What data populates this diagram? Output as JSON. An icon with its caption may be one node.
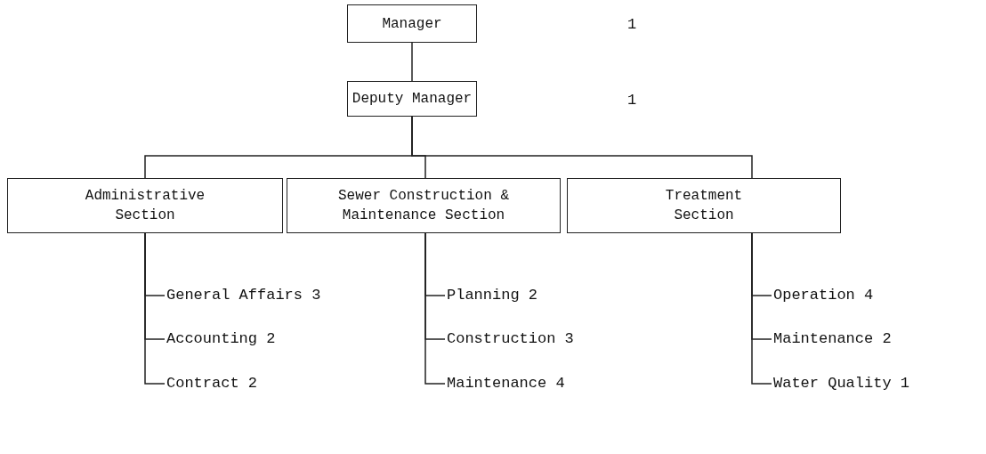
{
  "diagram": {
    "nodes": [
      {
        "text": [
          "Manager"
        ]
      },
      {
        "text": [
          "Deputy Manager"
        ]
      },
      {
        "text": [
          "Administrative Section"
        ]
      },
      {
        "text": [
          "Sewer Construction & Maintenance Section"
        ]
      },
      {
        "text": [
          "Treatment Section"
        ]
      },
      {
        "text": [
          "General Affairs 3"
        ]
      },
      {
        "text": [
          "Accounting 2"
        ]
      },
      {
        "text": [
          "Contract 2"
        ]
      },
      {
        "text": [
          "Planning 2"
        ]
      },
      {
        "text": [
          "Construction 3"
        ]
      },
      {
        "text": [
          "Maintenance 4"
        ]
      },
      {
        "text": [
          "Operation 4"
        ]
      },
      {
        "text": [
          "Maintenance 2"
        ]
      },
      {
        "text": [
          "Water Quality 1"
        ]
      }
    ],
    "edges": [
      {
        "from": 0,
        "to": 1,
        "arrow": "none"
      },
      {
        "from": 1,
        "to": 2,
        "arrow": "none"
      },
      {
        "from": 1,
        "to": 3,
        "arrow": "none"
      },
      {
        "from": 1,
        "to": 4,
        "arrow": "none"
      },
      {
        "from": 2,
        "to": 5,
        "arrow": "none"
      },
      {
        "from": 2,
        "to": 6,
        "arrow": "none"
      },
      {
        "from": 2,
        "to": 7,
        "arrow": "none"
      },
      {
        "from": 3,
        "to": 8,
        "arrow": "none"
      },
      {
        "from": 3,
        "to": 9,
        "arrow": "none"
      },
      {
        "from": 3,
        "to": 10,
        "arrow": "none"
      },
      {
        "from": 4,
        "to": 11,
        "arrow": "none"
      },
      {
        "from": 4,
        "to": 12,
        "arrow": "none"
      },
      {
        "from": 4,
        "to": 13,
        "arrow": "none"
      }
    ],
    "labels": [
      "1",
      "1"
    ]
  }
}
